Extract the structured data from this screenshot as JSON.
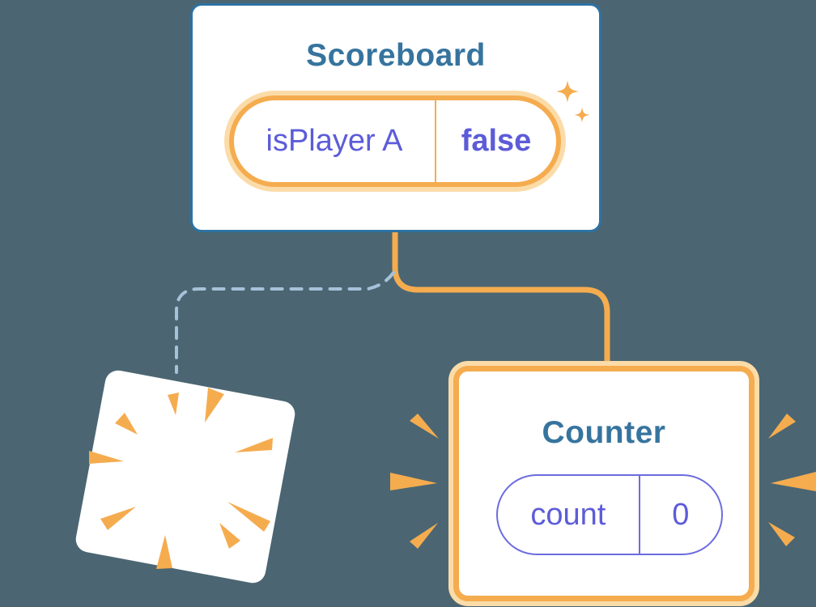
{
  "diagram": {
    "scoreboard": {
      "title": "Scoreboard",
      "state": {
        "key": "isPlayer A",
        "value": "false"
      }
    },
    "counter": {
      "title": "Counter",
      "state": {
        "key": "count",
        "value": "0"
      }
    },
    "connections": {
      "preserved": "solid orange connector from Scoreboard to Counter",
      "destroyed": "dashed connector from Scoreboard to removed component"
    }
  },
  "icons": {
    "sparkles": "sparkles-icon",
    "burst": "burst-icon",
    "emphasis": "emphasis-rays-icon"
  },
  "colors": {
    "bg": "#4B6672",
    "blueBorder": "#2D72A3",
    "teal": "#36749E",
    "orange": "#F5AC4F",
    "glow": "#FBDCA9",
    "purple": "#5C5CD9",
    "purpleBorder": "#6C6CDF",
    "dashed": "#A6C2D9"
  }
}
